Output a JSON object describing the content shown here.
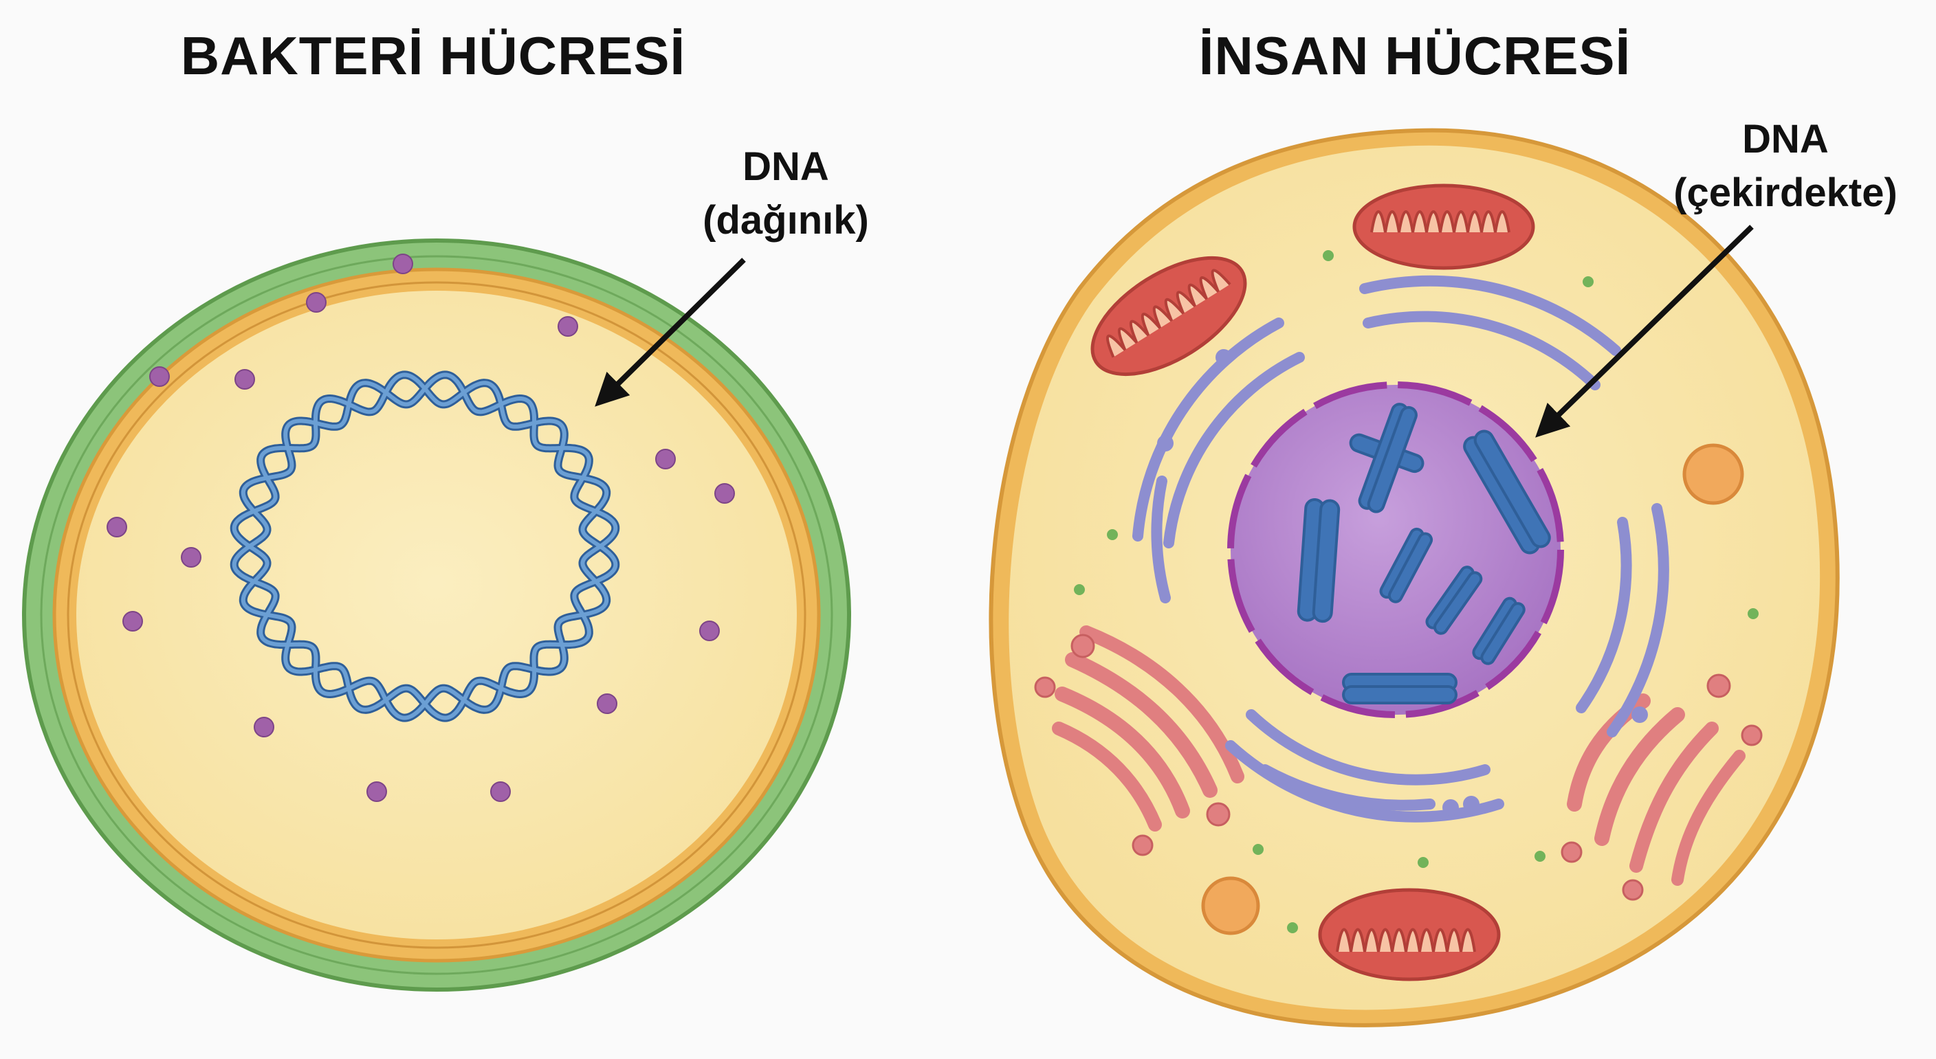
{
  "bacteria": {
    "title": "BAKTERİ HÜCRESİ",
    "dna_label_line1": "DNA",
    "dna_label_line2": "(dağınık)"
  },
  "human": {
    "title": "İNSAN HÜCRESİ",
    "dna_label_line1": "DNA",
    "dna_label_line2": "(çekirdekte)"
  },
  "colors": {
    "background": "#fafafa",
    "cell_wall": "#8cc47a",
    "cytoplasm": "#f9e7aa",
    "membrane": "#e9b04c",
    "dna_plasmid": "#4f86c0",
    "ribosome": "#a061a8",
    "nucleus": "#b07cc8",
    "chromosome": "#3f74b6",
    "er": "#8d8ed0",
    "mitochondria": "#d8574f",
    "golgi": "#e07f80",
    "vesicle": "#f0a95e",
    "small_dots": "#72b35a"
  }
}
